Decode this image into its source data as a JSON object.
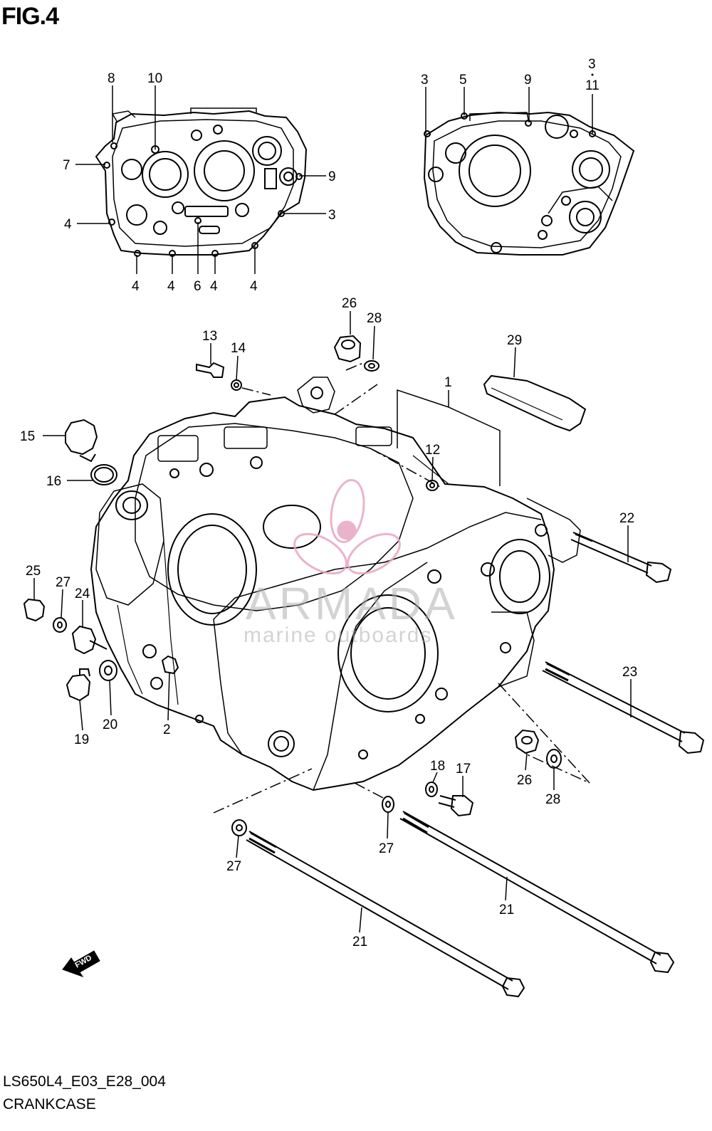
{
  "figure": {
    "title": "FIG.4",
    "code": "LS650L4_E03_E28_004",
    "caption": "CRANKCASE"
  },
  "watermark": {
    "brand": "ARMADA",
    "tagline": "marine outboards",
    "logo_color": "#e8a6c2"
  },
  "fwd_label": "FWD",
  "callouts": [
    {
      "id": "c8",
      "label": "8"
    },
    {
      "id": "c10",
      "label": "10"
    },
    {
      "id": "c7",
      "label": "7"
    },
    {
      "id": "c4a",
      "label": "4"
    },
    {
      "id": "c9a",
      "label": "9"
    },
    {
      "id": "c3a",
      "label": "3"
    },
    {
      "id": "c4b",
      "label": "4"
    },
    {
      "id": "c4c",
      "label": "4"
    },
    {
      "id": "c6",
      "label": "6"
    },
    {
      "id": "c4d",
      "label": "4"
    },
    {
      "id": "c4e",
      "label": "4"
    },
    {
      "id": "c3b",
      "label": "3"
    },
    {
      "id": "c5",
      "label": "5"
    },
    {
      "id": "c9b",
      "label": "9"
    },
    {
      "id": "c3c",
      "label": "3"
    },
    {
      "id": "c11",
      "label": "11"
    },
    {
      "id": "c26a",
      "label": "26"
    },
    {
      "id": "c28a",
      "label": "28"
    },
    {
      "id": "c13",
      "label": "13"
    },
    {
      "id": "c14",
      "label": "14"
    },
    {
      "id": "c29",
      "label": "29"
    },
    {
      "id": "c1",
      "label": "1"
    },
    {
      "id": "c15",
      "label": "15"
    },
    {
      "id": "c12",
      "label": "12"
    },
    {
      "id": "c16",
      "label": "16"
    },
    {
      "id": "c22",
      "label": "22"
    },
    {
      "id": "c25",
      "label": "25"
    },
    {
      "id": "c27a",
      "label": "27"
    },
    {
      "id": "c24",
      "label": "24"
    },
    {
      "id": "c23",
      "label": "23"
    },
    {
      "id": "c20",
      "label": "20"
    },
    {
      "id": "c19",
      "label": "19"
    },
    {
      "id": "c2",
      "label": "2"
    },
    {
      "id": "c18",
      "label": "18"
    },
    {
      "id": "c17",
      "label": "17"
    },
    {
      "id": "c26b",
      "label": "26"
    },
    {
      "id": "c28b",
      "label": "28"
    },
    {
      "id": "c27b",
      "label": "27"
    },
    {
      "id": "c27c",
      "label": "27"
    },
    {
      "id": "c21a",
      "label": "21"
    },
    {
      "id": "c21b",
      "label": "21"
    }
  ]
}
